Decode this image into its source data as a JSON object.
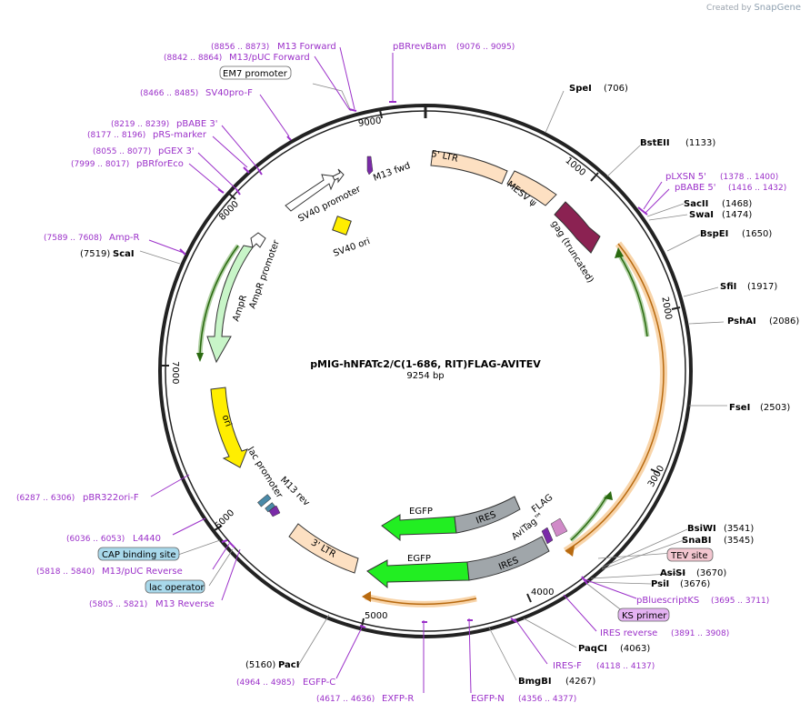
{
  "header": {
    "created_by": "Created by",
    "brand": "SnapGene"
  },
  "plasmid": {
    "name": "pMIG-hNFATc2/C(1-686, RIT)FLAG-AVITEV",
    "length": "9254 bp"
  },
  "ticks": [
    "1000",
    "2000",
    "3000",
    "4000",
    "5000",
    "6000",
    "7000",
    "8000",
    "9000"
  ],
  "enzymes": [
    {
      "name": "SpeI",
      "pos": "(706)"
    },
    {
      "name": "BstEII",
      "pos": "(1133)"
    },
    {
      "name": "SacII",
      "pos": "(1468)"
    },
    {
      "name": "SwaI",
      "pos": "(1474)"
    },
    {
      "name": "BspEI",
      "pos": "(1650)"
    },
    {
      "name": "SfiI",
      "pos": "(1917)"
    },
    {
      "name": "PshAI",
      "pos": "(2086)"
    },
    {
      "name": "FseI",
      "pos": "(2503)"
    },
    {
      "name": "BsiWI",
      "pos": "(3541)"
    },
    {
      "name": "SnaBI",
      "pos": "(3545)"
    },
    {
      "name": "AsiSI",
      "pos": "(3670)"
    },
    {
      "name": "PsiI",
      "pos": "(3676)"
    },
    {
      "name": "PaqCI",
      "pos": "(4063)"
    },
    {
      "name": "BmgBI",
      "pos": "(4267)"
    },
    {
      "name": "PacI",
      "pos": "(5160)"
    },
    {
      "name": "ScaI",
      "pos": "(7519)"
    }
  ],
  "primers": [
    {
      "name": "M13 Forward",
      "range": "(8856 .. 8873)"
    },
    {
      "name": "M13/pUC Forward",
      "range": "(8842 .. 8864)"
    },
    {
      "name": "pBRrevBam",
      "range": "(9076 .. 9095)"
    },
    {
      "name": "SV40pro-F",
      "range": "(8466 .. 8485)"
    },
    {
      "name": "pBABE 3'",
      "range": "(8219 .. 8239)"
    },
    {
      "name": "pRS-marker",
      "range": "(8177 .. 8196)"
    },
    {
      "name": "pGEX 3'",
      "range": "(8055 .. 8077)"
    },
    {
      "name": "pBRforEco",
      "range": "(7999 .. 8017)"
    },
    {
      "name": "pLXSN 5'",
      "range": "(1378 .. 1400)"
    },
    {
      "name": "pBABE 5'",
      "range": "(1416 .. 1432)"
    },
    {
      "name": "Amp-R",
      "range": "(7589 .. 7608)"
    },
    {
      "name": "pBR322ori-F",
      "range": "(6287 .. 6306)"
    },
    {
      "name": "L4440",
      "range": "(6036 .. 6053)"
    },
    {
      "name": "M13/pUC Reverse",
      "range": "(5818 .. 5840)"
    },
    {
      "name": "M13 Reverse",
      "range": "(5805 .. 5821)"
    },
    {
      "name": "pBluescriptKS",
      "range": "(3695 .. 3711)"
    },
    {
      "name": "IRES reverse",
      "range": "(3891 .. 3908)"
    },
    {
      "name": "IRES-F",
      "range": "(4118 .. 4137)"
    },
    {
      "name": "EGFP-N",
      "range": "(4356 .. 4377)"
    },
    {
      "name": "EXFP-R",
      "range": "(4617 .. 4636)"
    },
    {
      "name": "EGFP-C",
      "range": "(4964 .. 4985)"
    }
  ],
  "boxed_features": {
    "em7": "EM7 promoter",
    "cap": "CAP binding site",
    "lacop": "lac operator",
    "tev": "TEV site",
    "ks": "KS primer"
  },
  "features": {
    "ltr5": "5' LTR",
    "mesv": "MESV ψ",
    "gag": "gag (truncated)",
    "ires1": "IRES",
    "ires2": "IRES",
    "egfp1": "EGFP",
    "egfp2": "EGFP",
    "ltr3": "3' LTR",
    "ori": "ori",
    "ampr": "AmpR",
    "ampr_prom": "AmpR promoter",
    "sv40_prom": "SV40 promoter",
    "sv40_ori": "SV40 ori",
    "m13fwd": "M13 fwd",
    "m13rev": "M13 rev",
    "lacprom": "lac promoter",
    "flag": "FLAG",
    "avitag": "AviTag™"
  },
  "colors": {
    "primer": "#9b30c9",
    "enzyme": "#000000",
    "ltr": "#fde0c2",
    "gag": "#8b2252",
    "orange_arc": "#f0a040",
    "green_arc": "#3a8a1a",
    "egfp": "#22ee22",
    "ires": "#a0a6aa",
    "ori": "#ffee00",
    "ampr": "#c8f5c8",
    "cap_box": "#a8d8ea",
    "tev_box": "#f3c6d0",
    "ks_box": "#e4b3f2"
  }
}
